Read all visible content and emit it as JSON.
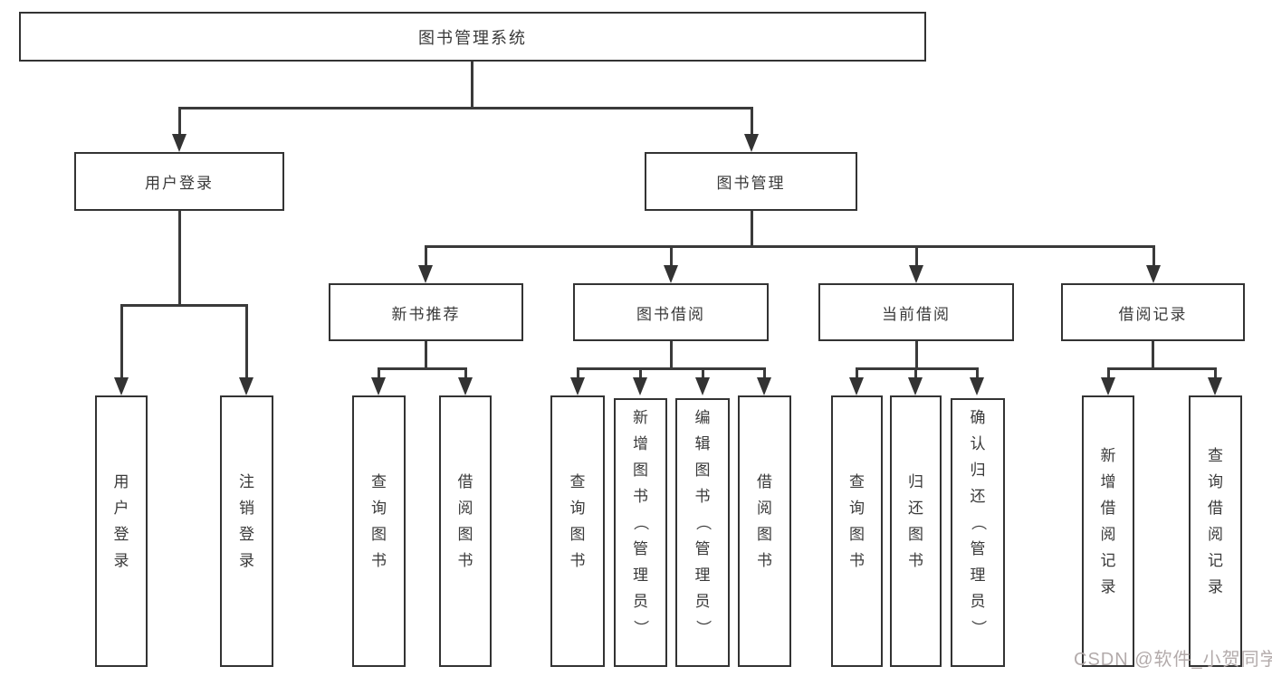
{
  "nodes": {
    "root": {
      "label": "图书管理系统"
    },
    "user_login": {
      "label": "用户登录",
      "children": {
        "login": "用户登录",
        "logout": "注销登录"
      }
    },
    "book_mgmt": {
      "label": "图书管理",
      "sections": {
        "new_books": {
          "label": "新书推荐",
          "children": {
            "query": "查询图书",
            "borrow": "借阅图书"
          }
        },
        "borrowing": {
          "label": "图书借阅",
          "children": {
            "query": "查询图书",
            "add": "新增图书（管理员）",
            "edit": "编辑图书（管理员）",
            "borrow": "借阅图书"
          }
        },
        "current": {
          "label": "当前借阅",
          "children": {
            "query": "查询图书",
            "return": "归还图书",
            "confirm": "确认归还（管理员）"
          }
        },
        "records": {
          "label": "借阅记录",
          "children": {
            "add": "新增借阅记录",
            "query": "查询借阅记录"
          }
        }
      }
    }
  },
  "watermark": "CSDN @软件_小贺同学",
  "colors": {
    "line": "#333333",
    "text": "#3a3a3a",
    "background": "#ffffff",
    "watermark": "#b3abab"
  }
}
